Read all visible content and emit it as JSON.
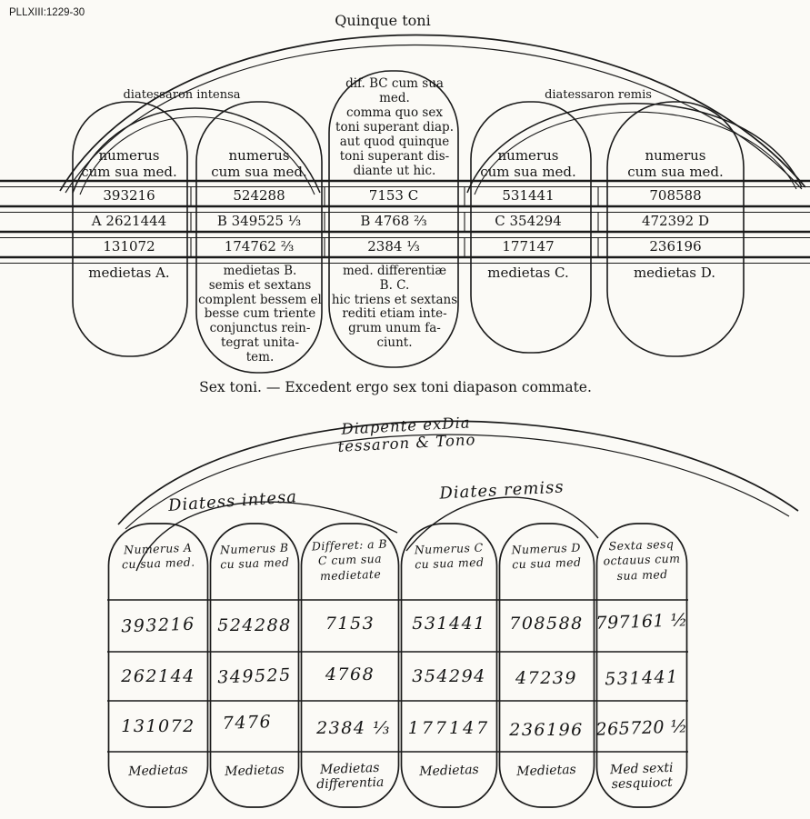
{
  "page": {
    "reference": "PLLXIII:1229-30"
  },
  "top": {
    "title": "Quinque toni",
    "left_arc": "diatessaron intensa",
    "right_arc": "diatessaron remis",
    "note": "dif. BC cum sua\nmed.\ncomma quo sex\ntoni superant diap.\naut quod quinque\ntoni superant dis-\ndiante ut hic.",
    "headers": [
      "numerus\ncum sua med.",
      "numerus\ncum sua med.",
      "numerus\ncum sua med.",
      "numerus\ncum sua med."
    ],
    "rows": [
      [
        "393216",
        "524288",
        "7153 C",
        "531441",
        "708588"
      ],
      [
        "A 2621444",
        "B 349525 ⅓",
        "B 4768 ⅔",
        "C 354294",
        "472392 D"
      ],
      [
        "131072",
        "174762 ⅔",
        "2384 ⅓",
        "177147",
        "236196"
      ]
    ],
    "footers": [
      "medietas A.",
      "medietas B.\nsemis et sextans\ncomplent bessem el\nbesse cum triente\nconjunctus rein-\ntegrat unita-\ntem.",
      "med. differentiæ\nB. C.\nhic triens et sextans\nrediti etiam inte-\ngrum unum fa-\nciunt.",
      "medietas C.",
      "medietas D."
    ]
  },
  "caption": "Sex toni. — Excedent ergo sex toni diapason commate.",
  "bottom": {
    "title": "Diapente exDia\ntessaron & Tono",
    "left_arc": "Diatess intesa",
    "right_arc": "Diates remiss",
    "headers": [
      "Numerus A\ncu sua med.",
      "Numerus B\ncu sua med",
      "Differet: a B\nC cum sua\nmedietate",
      "Numerus C\ncu sua med",
      "Numerus D\ncu sua med",
      "Sexta sesq\noctauus cum\nsua med"
    ],
    "rows": [
      [
        "393216",
        "524288",
        "7153",
        "531441",
        "708588",
        "797161 ½"
      ],
      [
        "262144",
        "349525",
        "4768",
        "354294",
        "47239",
        "531441"
      ],
      [
        "131072",
        "7476",
        "2384 ⅓",
        "177147",
        "236196",
        "265720 ½"
      ]
    ],
    "footers": [
      "Medietas",
      "Medietas",
      "Medietas\ndifferentia",
      "Medietas",
      "Medietas",
      "Med sexti\nsesquioct"
    ]
  }
}
